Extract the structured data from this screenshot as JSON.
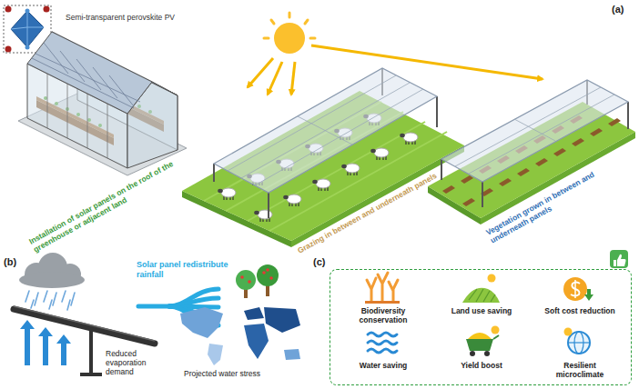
{
  "diagram": {
    "nodes": [
      {
        "text": [
          "Biodiversity conservation",
          "Land use saving",
          "Soft cost reduction",
          "Water saving",
          "Yield boost",
          "Resilient microclimate"
        ]
      }
    ],
    "labels": [
      "(a)",
      "Semi-transparent perovskite PV",
      "Installation of solar panels on the roof of the greenhouse or adjacent land",
      "Grazing in between and underneath panels",
      "Vegetation grown in between and underneath panels",
      "(b)",
      "Solar panel redistribute rainfall",
      "Reduced evaporation demand",
      "Projected water stress",
      "(c)"
    ]
  }
}
